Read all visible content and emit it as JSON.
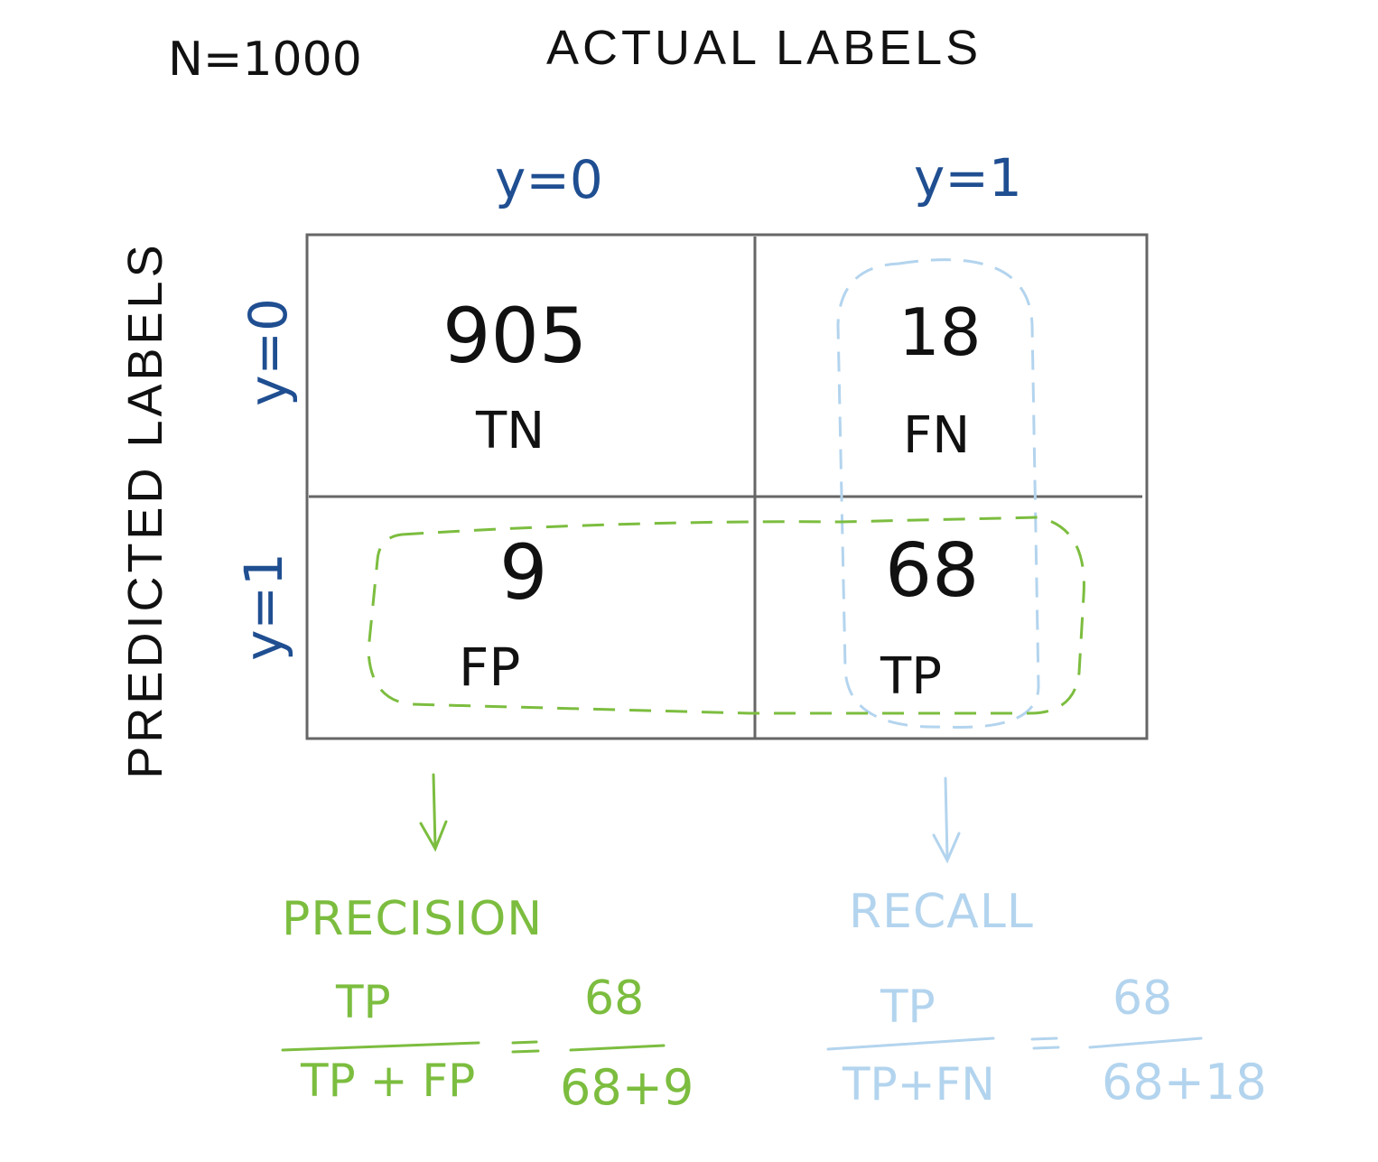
{
  "header": {
    "n_label": "N=1000",
    "actual_title": "ACTUAL LABELS",
    "predicted_title": "PREDICTED LABELS"
  },
  "axes": {
    "col_y0": "y=0",
    "col_y1": "y=1",
    "row_y0": "y=0",
    "row_y1": "y=1"
  },
  "matrix": {
    "tn": {
      "value": "905",
      "label": "TN"
    },
    "fn": {
      "value": "18",
      "label": "FN"
    },
    "fp": {
      "value": "9",
      "label": "FP"
    },
    "tp": {
      "value": "68",
      "label": "TP"
    }
  },
  "precision": {
    "title": "PRECISION",
    "num": "TP",
    "den": "TP + FP",
    "eq": "=",
    "num_val": "68",
    "den_val": "68+9"
  },
  "recall": {
    "title": "RECALL",
    "num": "TP",
    "den": "TP+FN",
    "eq": "=",
    "num_val": "68",
    "den_val": "68+18"
  },
  "colors": {
    "ink": "#111111",
    "axis_blue": "#1f4e91",
    "precision_green": "#7cbd3f",
    "recall_light_blue": "#b3d4ee",
    "grid": "#666666"
  }
}
